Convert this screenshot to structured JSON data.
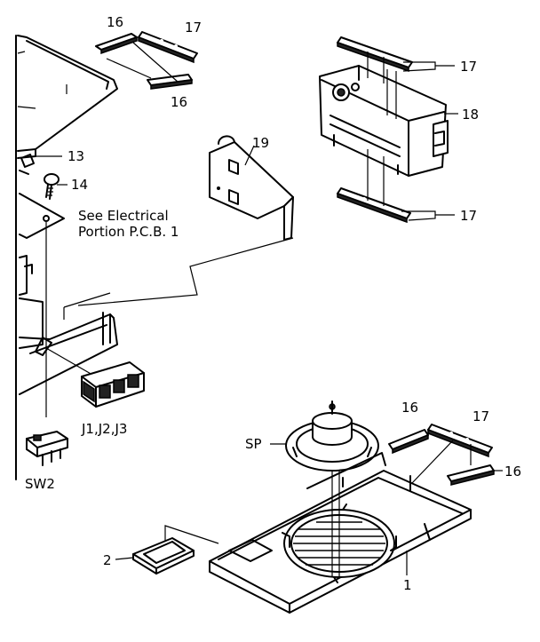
{
  "labels": {
    "c16a": "16",
    "c17a": "17",
    "c16b": "16",
    "c17b": "17",
    "c18": "18",
    "c17c": "17",
    "c19": "19",
    "c13": "13",
    "c14": "14",
    "note1": "See Electrical",
    "note2": "Portion P.C.B. 1",
    "jacks": "J1,J2,J3",
    "sw2": "SW2",
    "sp": "SP",
    "c16c": "16",
    "c17d": "17",
    "c16d": "16",
    "c2": "2",
    "c1": "1"
  }
}
